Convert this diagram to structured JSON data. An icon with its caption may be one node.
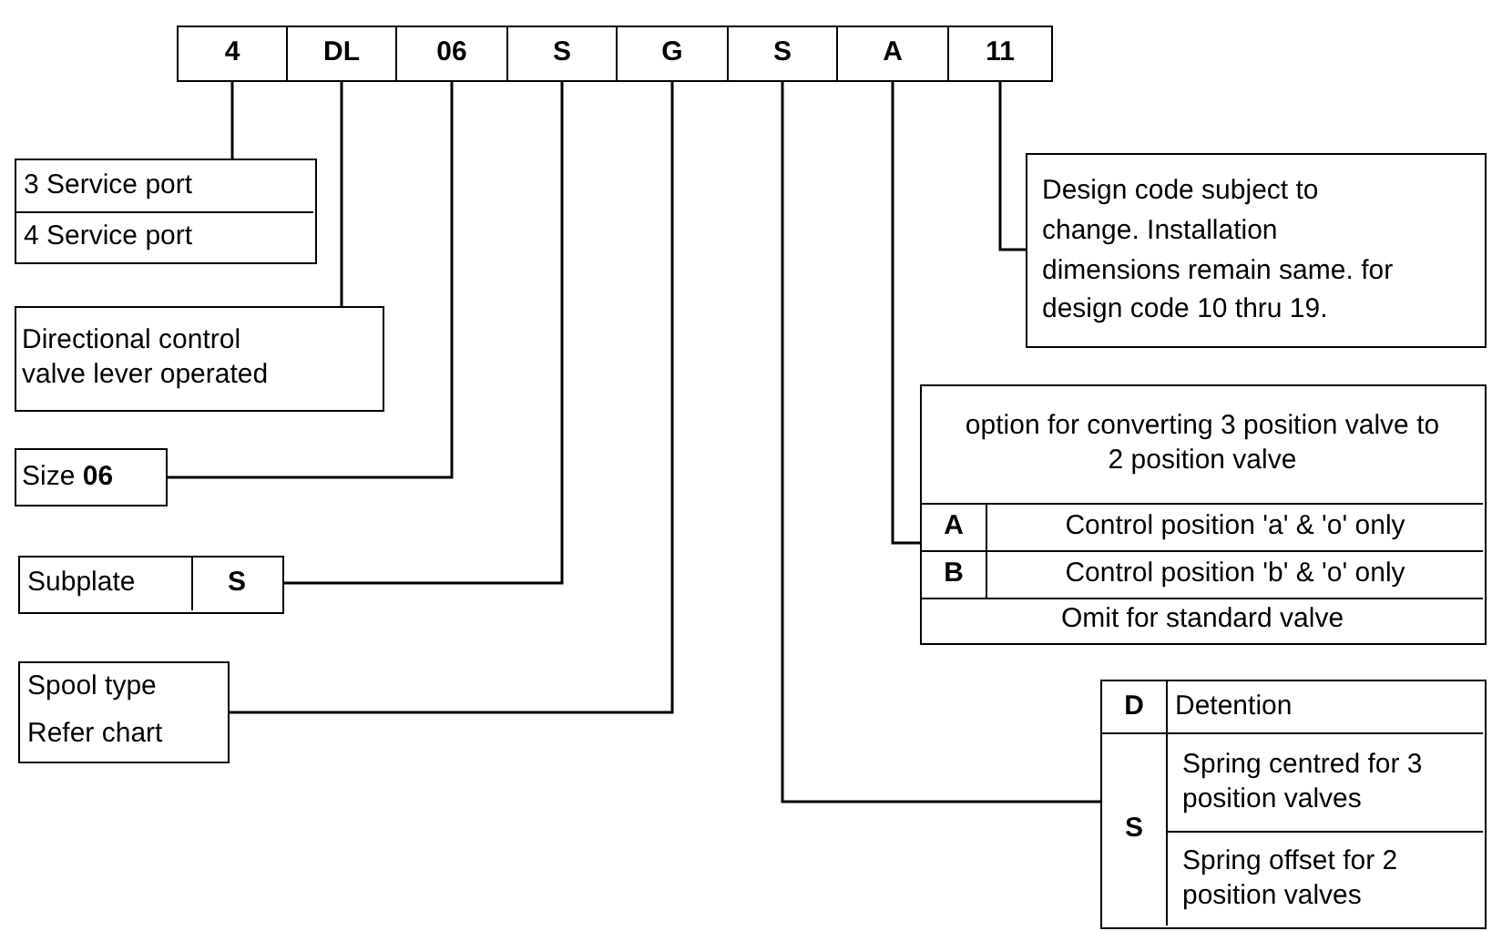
{
  "diagram": {
    "nodes": [
      {
        "text": [
          "4"
        ]
      },
      {
        "text": [
          "DL"
        ]
      },
      {
        "text": [
          "06"
        ]
      },
      {
        "text": [
          "S"
        ]
      },
      {
        "text": [
          "G"
        ]
      },
      {
        "text": [
          "S"
        ]
      },
      {
        "text": [
          "A"
        ]
      },
      {
        "text": [
          "11"
        ]
      },
      {
        "text": [
          "3 Service port",
          "4 Service port"
        ]
      },
      {
        "text": [
          "Directional control valve lever operated"
        ]
      },
      {
        "text": [
          "Size **06**"
        ]
      },
      {
        "text": [
          "Subplate",
          "S"
        ]
      },
      {
        "text": [
          "Spool type",
          "Refer chart"
        ]
      },
      {
        "text": [
          "Design code subject to change. Installation dimensions remain same. for design code 10 thru 19."
        ]
      },
      {
        "text": [
          "option for converting 3 position valve to 2 position valve",
          "A",
          "Control position 'a' & 'o' only",
          "B",
          "Control position 'b' & 'o' only",
          "Omit for standard valve"
        ]
      },
      {
        "text": [
          "D",
          "Detention",
          "S",
          "Spring centred for 3 position valves",
          "Spring offset for 2 position valves"
        ]
      }
    ],
    "edges": [
      {
        "from": 0,
        "to": 8,
        "arrow": "none"
      },
      {
        "from": 1,
        "to": 9,
        "arrow": "none"
      },
      {
        "from": 2,
        "to": 10,
        "arrow": "none"
      },
      {
        "from": 3,
        "to": 11,
        "arrow": "none"
      },
      {
        "from": 4,
        "to": 12,
        "arrow": "none"
      },
      {
        "from": 5,
        "to": 15,
        "arrow": "none"
      },
      {
        "from": 6,
        "to": 14,
        "arrow": "none"
      },
      {
        "from": 7,
        "to": 13,
        "arrow": "none"
      }
    ]
  }
}
